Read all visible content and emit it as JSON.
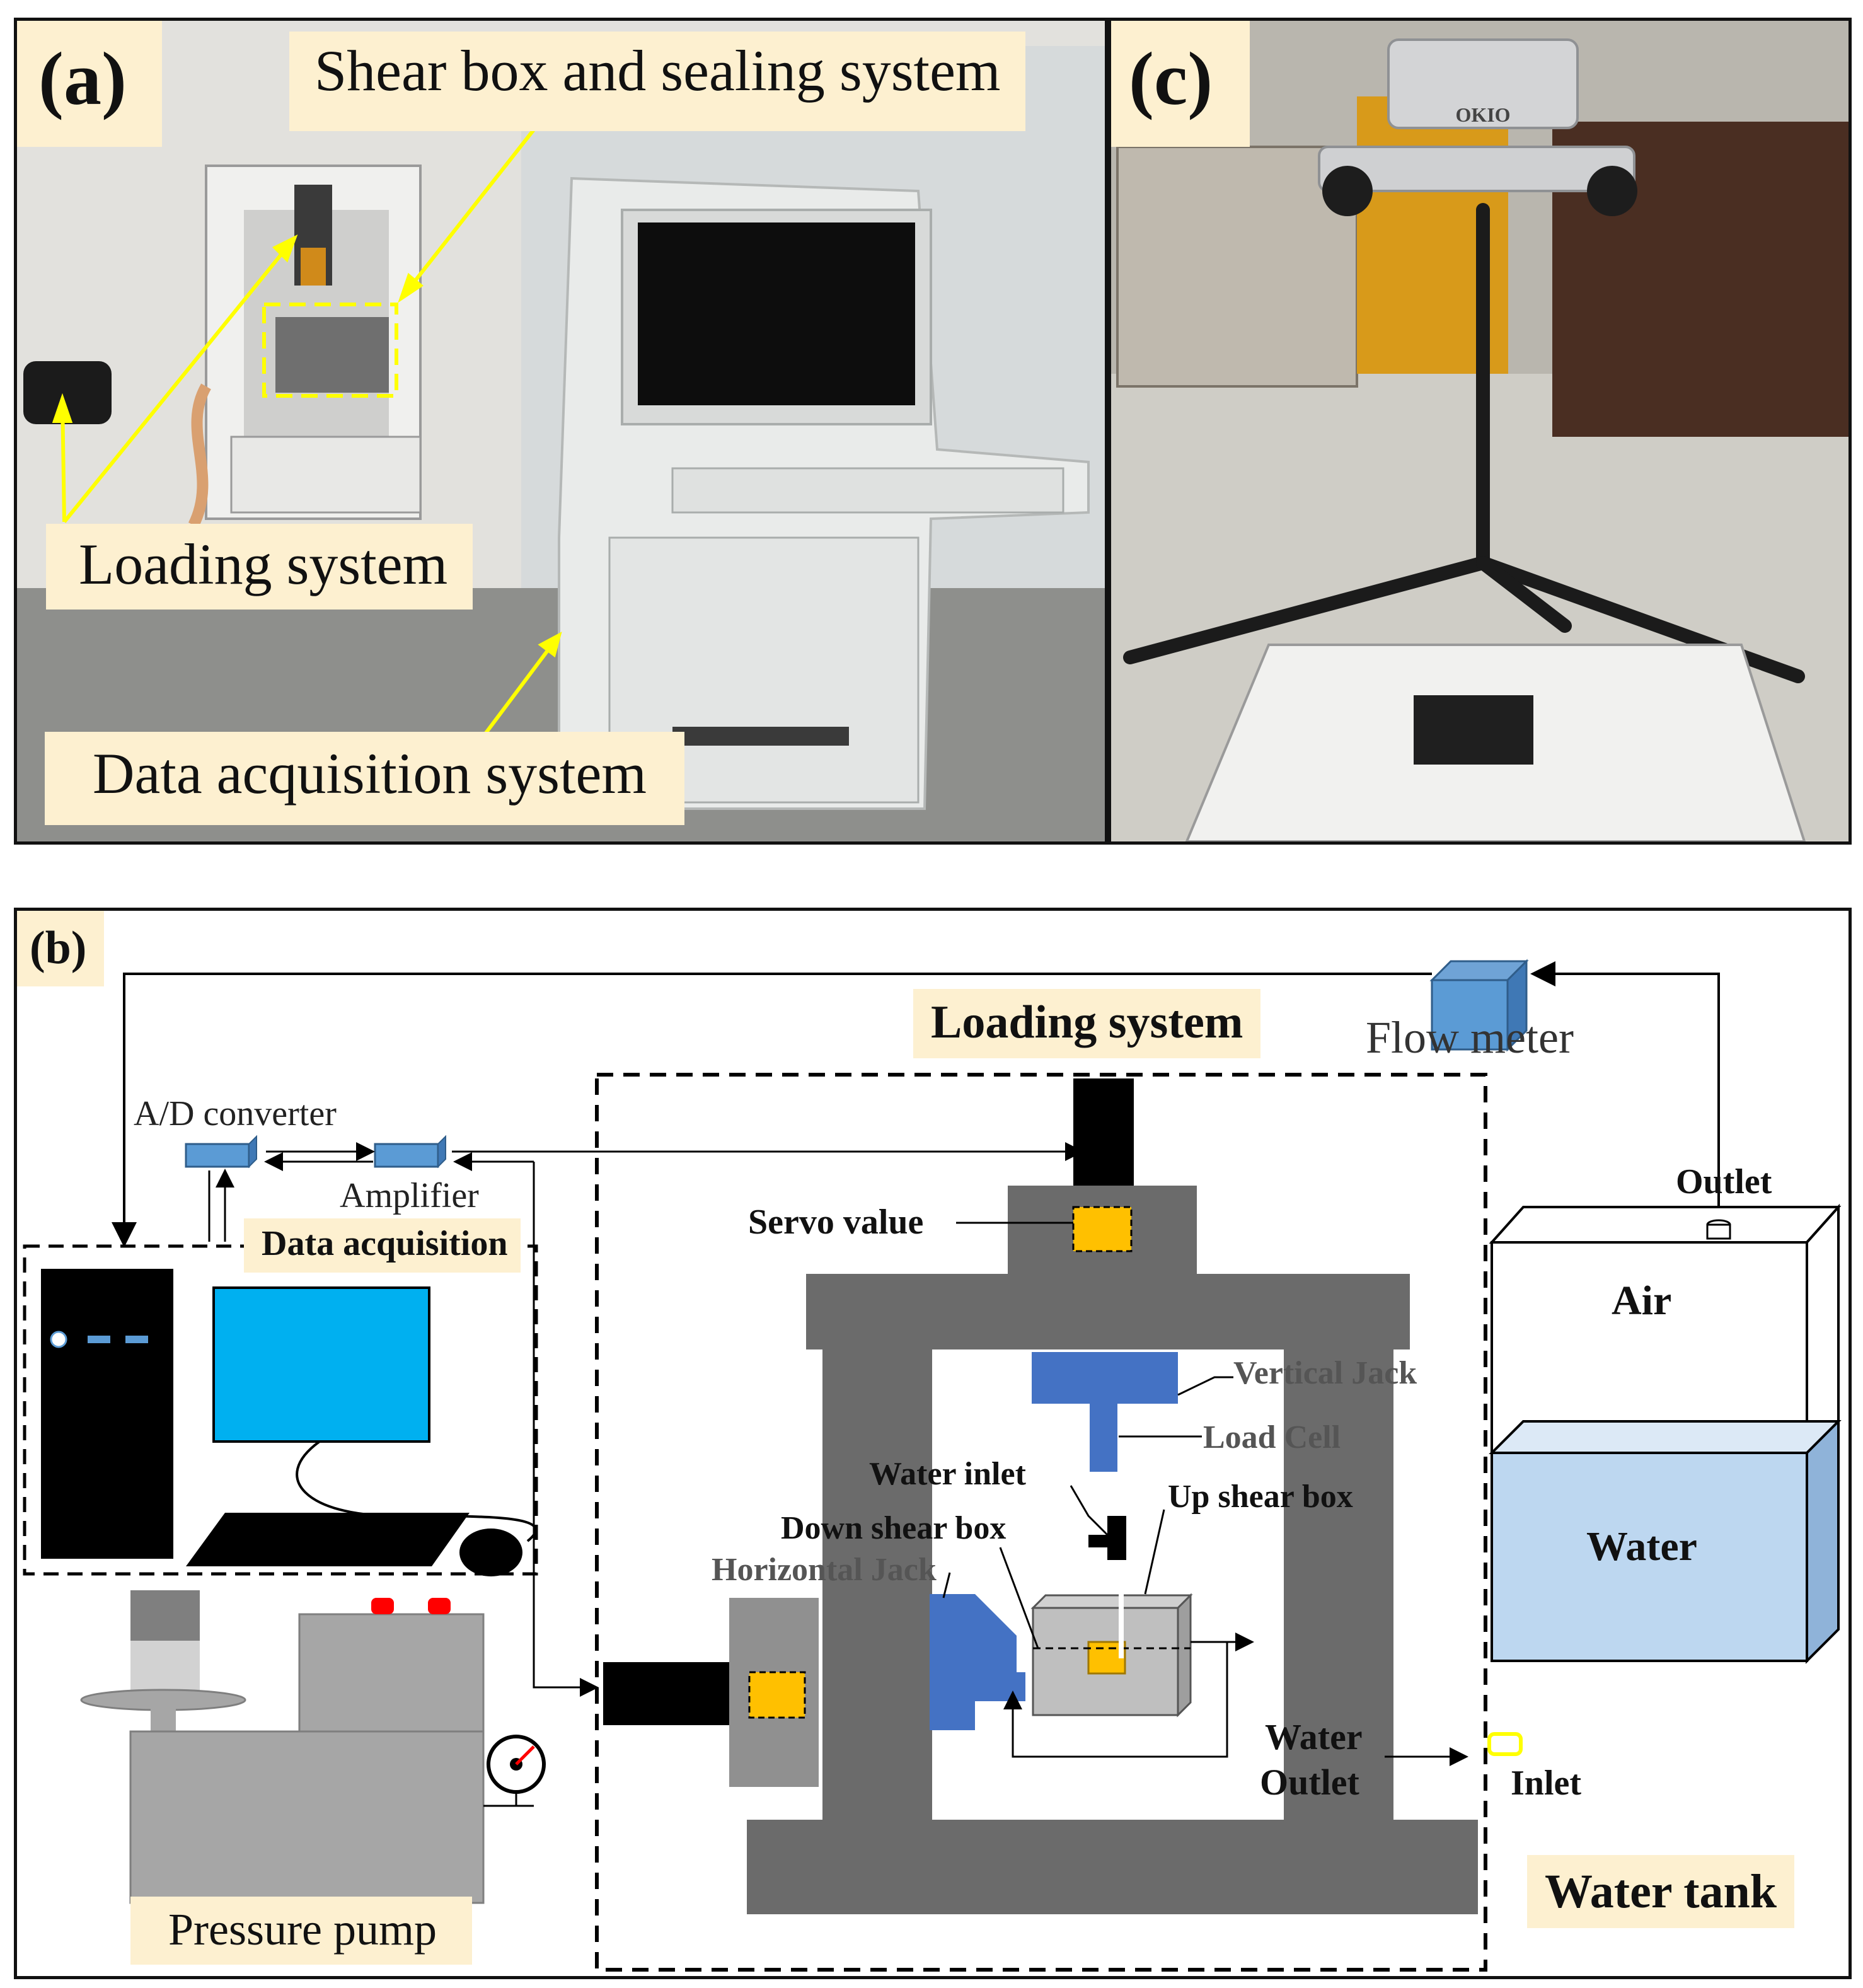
{
  "panel_a": {
    "tag": "(a)",
    "labels": {
      "shear_box": "Shear box and sealing system",
      "loading": "Loading system",
      "data_acq": "Data acquisition  system"
    }
  },
  "panel_c": {
    "tag": "(c)",
    "scanner_brand": "OKIO"
  },
  "panel_b": {
    "tag": "(b)",
    "labels": {
      "loading_system": "Loading system",
      "flow_meter": "Flow meter",
      "ad_converter": "A/D converter",
      "amplifier": "Amplifier",
      "data_acquisition": "Data acquisition",
      "servo_value": "Servo value",
      "vertical_jack": "Vertical Jack",
      "load_cell": "Load Cell",
      "water_inlet": "Water inlet",
      "up_shear_box": "Up shear box",
      "down_shear_box": "Down shear box",
      "horizontal_jack": "Horizontal Jack",
      "water_outlet_1": "Water",
      "water_outlet_2": "Outlet",
      "outlet": "Outlet",
      "air": "Air",
      "water": "Water",
      "inlet": "Inlet",
      "water_tank": "Water tank",
      "pressure_pump": "Pressure pump"
    }
  },
  "colors": {
    "label_bg": "#fdf0d0",
    "frame_gray": "#6b6b6b",
    "jack_blue": "#4472c4",
    "monitor_blue": "#00b0f0",
    "servo_yellow": "#ffc000",
    "tank_water": "#bdd7f0",
    "pump_gray": "#a6a6a6",
    "pump_cap_red": "#ff0000"
  }
}
